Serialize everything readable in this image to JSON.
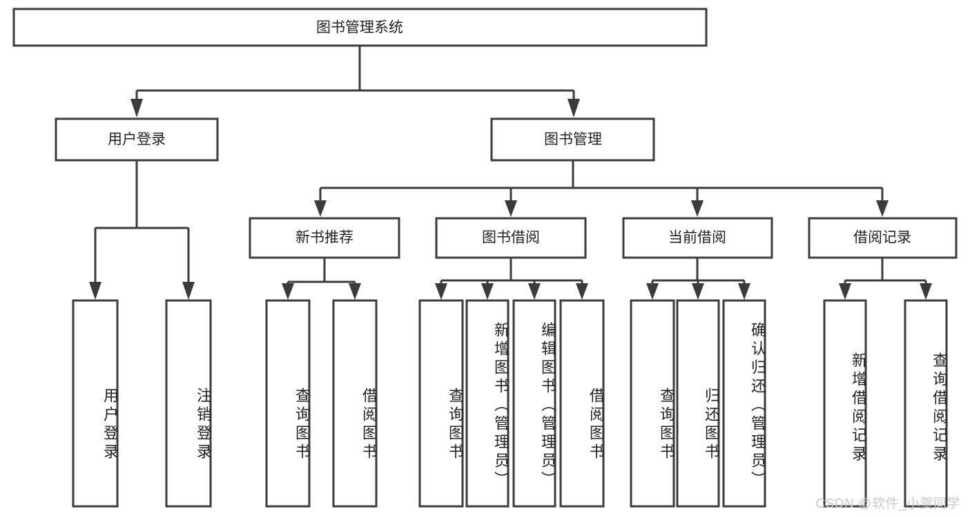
{
  "diagram": {
    "type": "tree",
    "title": "图书管理系统",
    "watermark": "CSDN @软件_小贺同学",
    "colors": {
      "stroke": "#3b3b3b",
      "box_fill": "#ffffff",
      "text": "#222222",
      "background": "#ffffff",
      "watermark": "#c9c9c9"
    },
    "root": {
      "label": "图书管理系统"
    },
    "level2": [
      {
        "label": "用户登录"
      },
      {
        "label": "图书管理"
      }
    ],
    "level3": [
      {
        "label": "新书推荐"
      },
      {
        "label": "图书借阅"
      },
      {
        "label": "当前借阅"
      },
      {
        "label": "借阅记录"
      }
    ],
    "leaves": {
      "user_login": [
        {
          "label": "用户登录"
        },
        {
          "label": "注销登录"
        }
      ],
      "new_book_recommend": [
        {
          "label": "查询图书"
        },
        {
          "label": "借阅图书"
        }
      ],
      "book_borrow": [
        {
          "label": "查询图书"
        },
        {
          "label": "新增图书（管理员）"
        },
        {
          "label": "编辑图书（管理员）"
        },
        {
          "label": "借阅图书"
        }
      ],
      "current_borrow": [
        {
          "label": "查询图书"
        },
        {
          "label": "归还图书"
        },
        {
          "label": "确认归还（管理员）"
        }
      ],
      "borrow_records": [
        {
          "label": "新增借阅记录"
        },
        {
          "label": "查询借阅记录"
        }
      ]
    }
  }
}
